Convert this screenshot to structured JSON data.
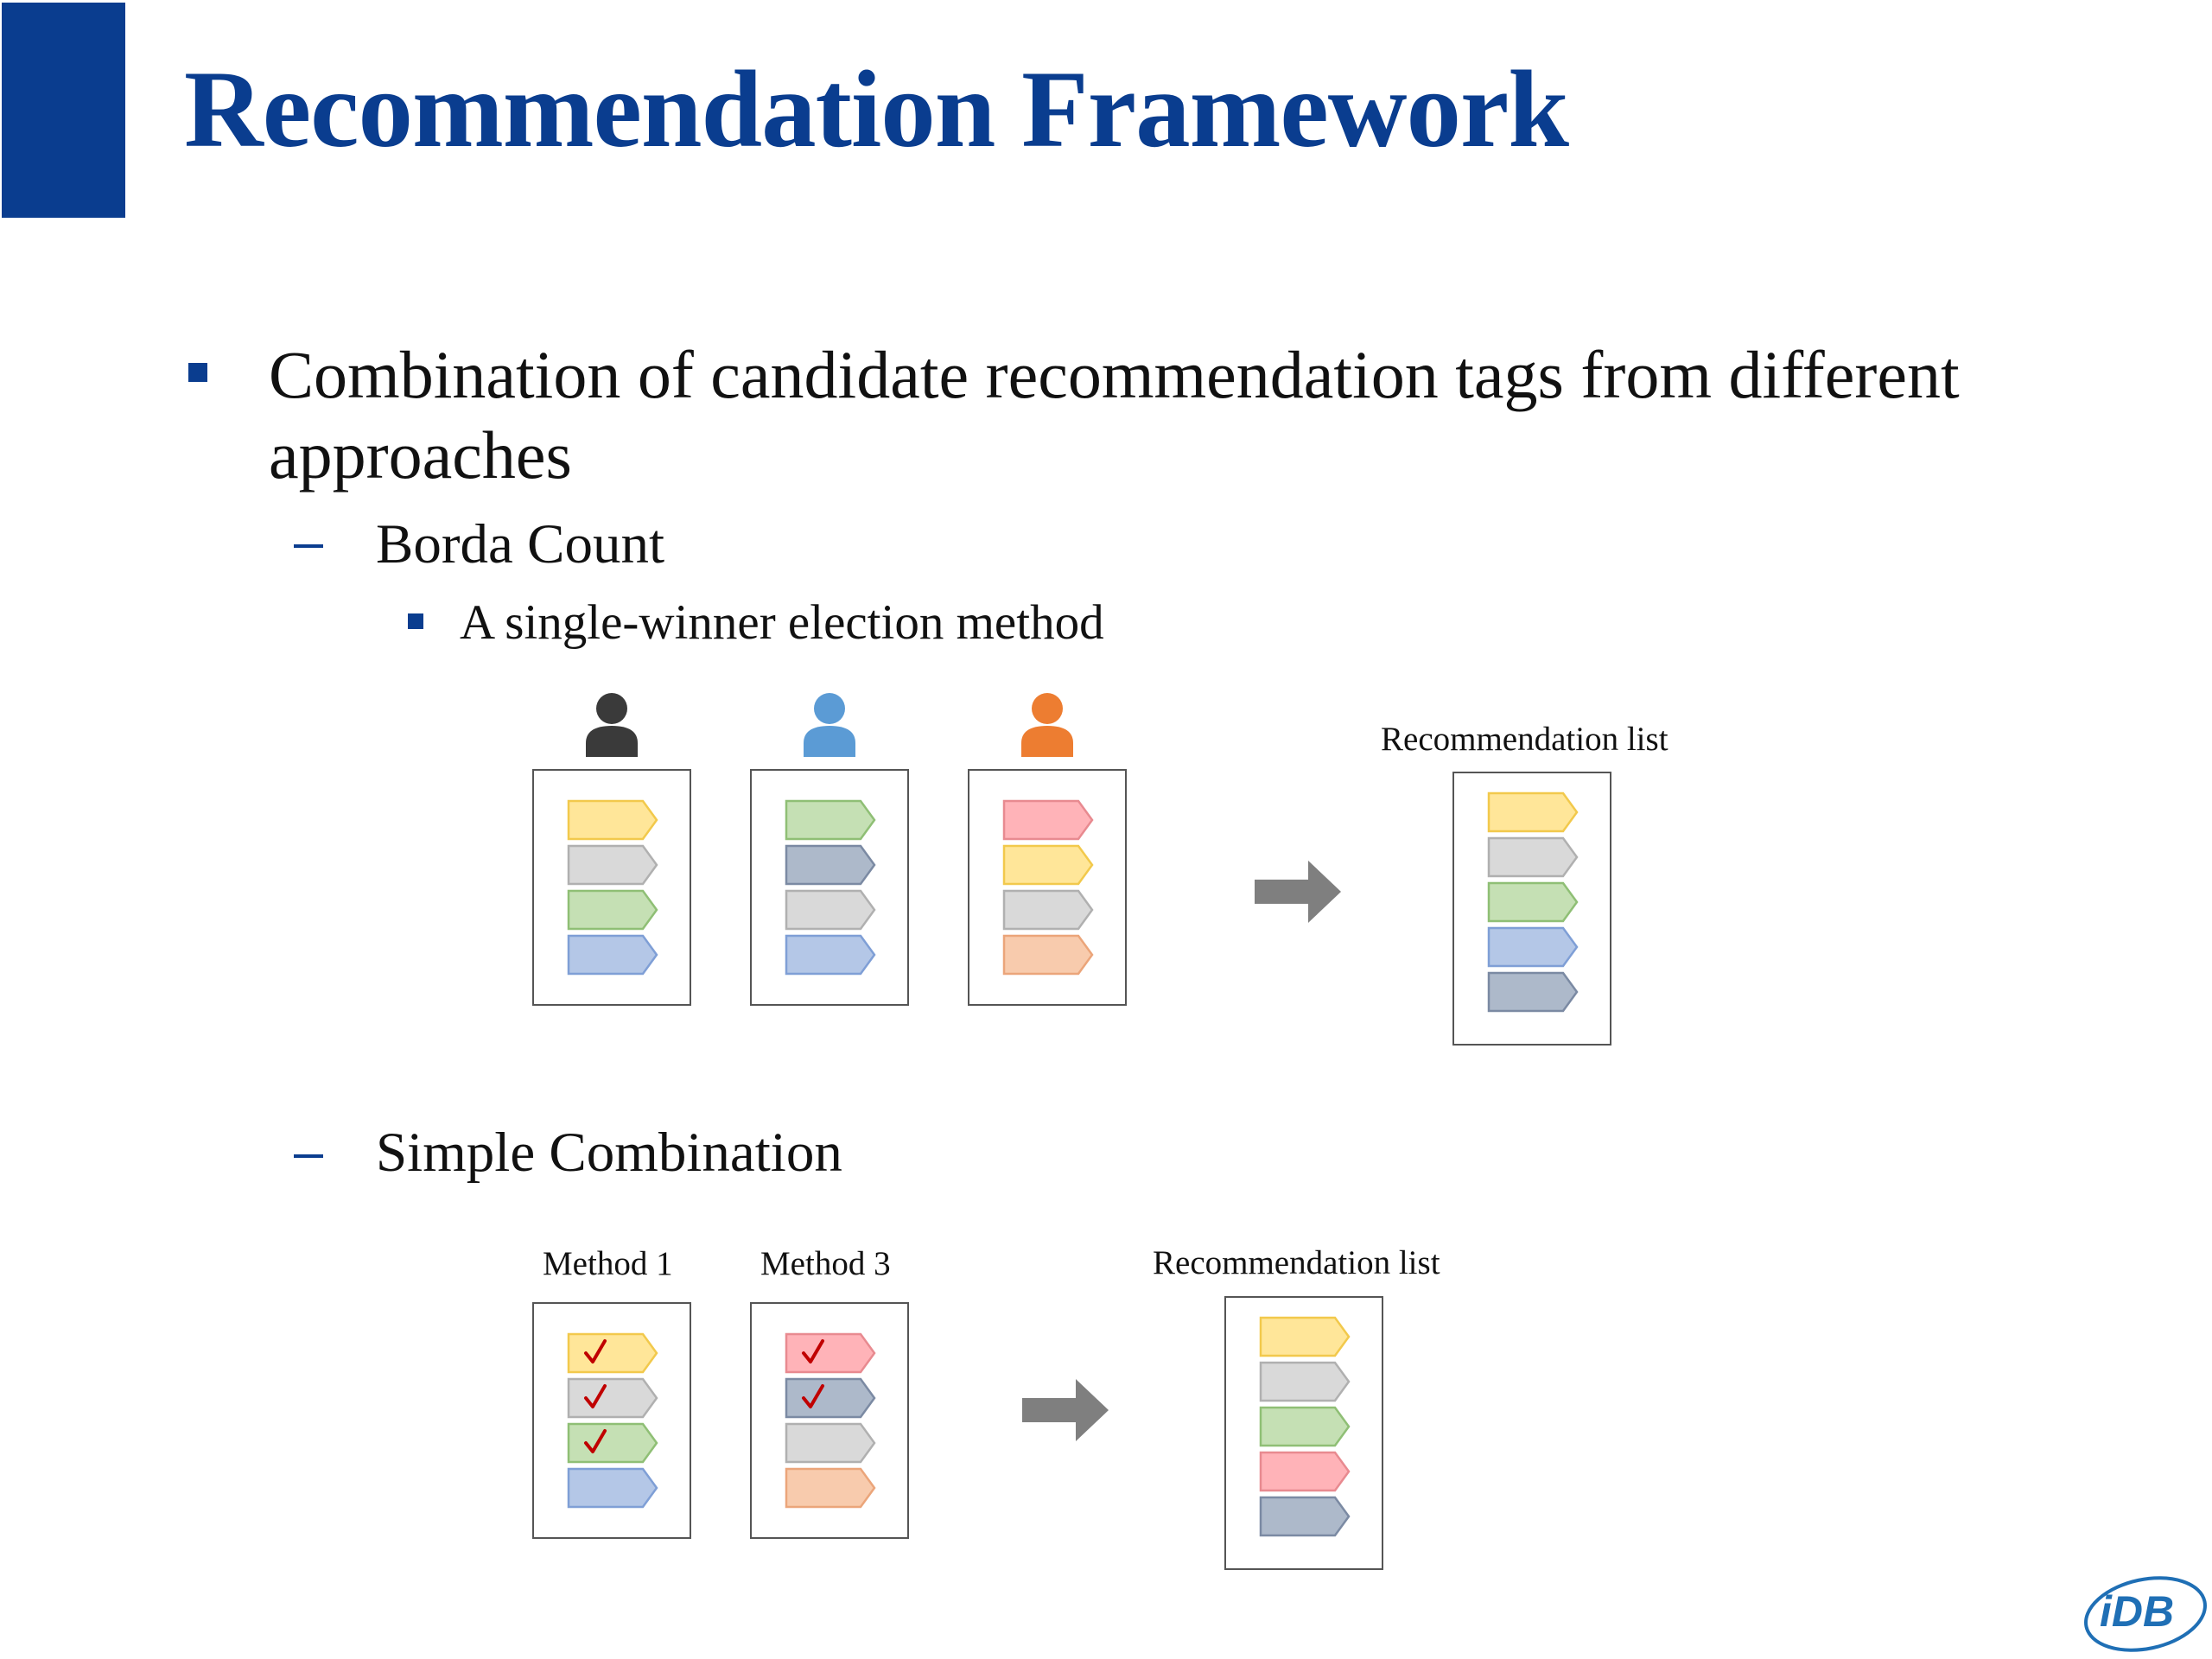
{
  "header": {
    "title": "Recommendation Framework",
    "accent_color": "#0a3d8f"
  },
  "bullets": {
    "main_line1": "Combination of candidate recommendation tags from different",
    "main_line2": "approaches",
    "sub1": "Borda Count",
    "sub1_detail": "A single-winner election method",
    "sub2": "Simple Combination"
  },
  "borda": {
    "voters": [
      {
        "icon": "person-icon",
        "color": "#3a3a3a",
        "tags": [
          "yellow",
          "gray",
          "green",
          "blue"
        ]
      },
      {
        "icon": "person-icon",
        "color": "#5b9bd5",
        "tags": [
          "green",
          "slate",
          "gray",
          "blue"
        ]
      },
      {
        "icon": "person-icon",
        "color": "#ed7d31",
        "tags": [
          "pink",
          "yellow",
          "gray",
          "orange"
        ]
      }
    ],
    "result_caption": "Recommendation list",
    "result_tags": [
      "yellow",
      "gray",
      "green",
      "blue",
      "slate"
    ]
  },
  "simple": {
    "methods": [
      {
        "label": "Method 1",
        "tags": [
          "yellow",
          "gray",
          "green",
          "blue"
        ],
        "checked": [
          true,
          true,
          true,
          false
        ]
      },
      {
        "label": "Method 3",
        "tags": [
          "pink",
          "slate",
          "gray",
          "orange"
        ],
        "checked": [
          true,
          true,
          false,
          false
        ]
      }
    ],
    "result_caption": "Recommendation list",
    "result_tags": [
      "yellow",
      "gray",
      "green",
      "pink",
      "slate"
    ]
  },
  "tag_colors": {
    "yellow": {
      "fill": "#ffe699",
      "stroke": "#f2c94c"
    },
    "gray": {
      "fill": "#d9d9d9",
      "stroke": "#b0b0b0"
    },
    "green": {
      "fill": "#c5e0b4",
      "stroke": "#8fbf75"
    },
    "blue": {
      "fill": "#b4c7e7",
      "stroke": "#7f9fd6"
    },
    "slate": {
      "fill": "#adb9ca",
      "stroke": "#7b8aa3"
    },
    "pink": {
      "fill": "#ffb3b8",
      "stroke": "#e88a90"
    },
    "orange": {
      "fill": "#f8cbad",
      "stroke": "#eba57a"
    }
  },
  "check_color": "#c00000",
  "arrow_color": "#7f7f7f",
  "logo": {
    "text": "iDB",
    "icon": "idb-logo"
  }
}
